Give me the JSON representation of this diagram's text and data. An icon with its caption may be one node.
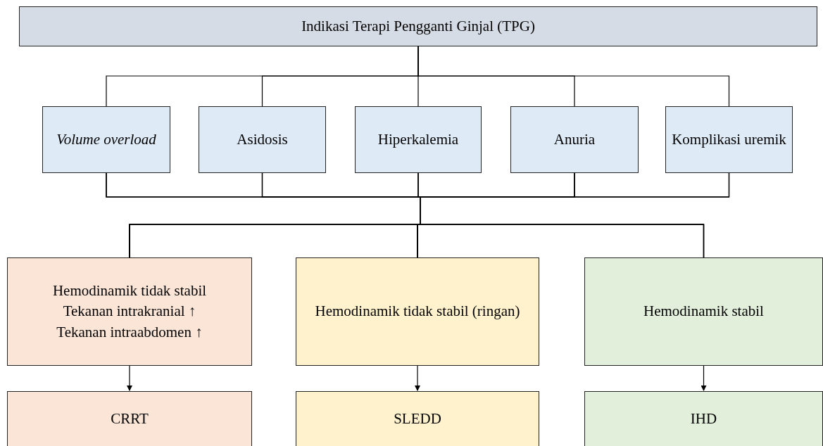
{
  "diagram": {
    "nodes": [
      {
        "text": [
          "Indikasi Terapi Pengganti Ginjal (TPG)"
        ]
      },
      {
        "text": [
          "Volume overload"
        ]
      },
      {
        "text": [
          "Asidosis"
        ]
      },
      {
        "text": [
          "Hiperkalemia"
        ]
      },
      {
        "text": [
          "Anuria"
        ]
      },
      {
        "text": [
          "Komplikasi uremik"
        ]
      },
      {
        "text": [
          "Hemodinamik tidak stabil",
          "Tekanan intrakranial ↑",
          "Tekanan intraabdomen ↑"
        ]
      },
      {
        "text": [
          "Hemodinamik tidak stabil (ringan)"
        ]
      },
      {
        "text": [
          "Hemodinamik stabil"
        ]
      },
      {
        "text": [
          "CRRT"
        ]
      },
      {
        "text": [
          "SLEDD"
        ]
      },
      {
        "text": [
          "IHD"
        ]
      }
    ],
    "edges": [
      {
        "from": 0,
        "to": 1,
        "arrow": "none"
      },
      {
        "from": 0,
        "to": 2,
        "arrow": "none"
      },
      {
        "from": 0,
        "to": 3,
        "arrow": "none"
      },
      {
        "from": 0,
        "to": 4,
        "arrow": "none"
      },
      {
        "from": 0,
        "to": 5,
        "arrow": "none"
      },
      {
        "from": 1,
        "to": 6,
        "arrow": "none"
      },
      {
        "from": 1,
        "to": 7,
        "arrow": "none"
      },
      {
        "from": 1,
        "to": 8,
        "arrow": "none"
      },
      {
        "from": 2,
        "to": 6,
        "arrow": "none"
      },
      {
        "from": 2,
        "to": 7,
        "arrow": "none"
      },
      {
        "from": 2,
        "to": 8,
        "arrow": "none"
      },
      {
        "from": 3,
        "to": 6,
        "arrow": "none"
      },
      {
        "from": 3,
        "to": 7,
        "arrow": "none"
      },
      {
        "from": 3,
        "to": 8,
        "arrow": "none"
      },
      {
        "from": 4,
        "to": 6,
        "arrow": "none"
      },
      {
        "from": 4,
        "to": 7,
        "arrow": "none"
      },
      {
        "from": 4,
        "to": 8,
        "arrow": "none"
      },
      {
        "from": 5,
        "to": 6,
        "arrow": "none"
      },
      {
        "from": 5,
        "to": 7,
        "arrow": "none"
      },
      {
        "from": 5,
        "to": 8,
        "arrow": "none"
      },
      {
        "from": 6,
        "to": 9,
        "arrow": "to"
      },
      {
        "from": 7,
        "to": 10,
        "arrow": "to"
      },
      {
        "from": 8,
        "to": 11,
        "arrow": "to"
      }
    ]
  }
}
